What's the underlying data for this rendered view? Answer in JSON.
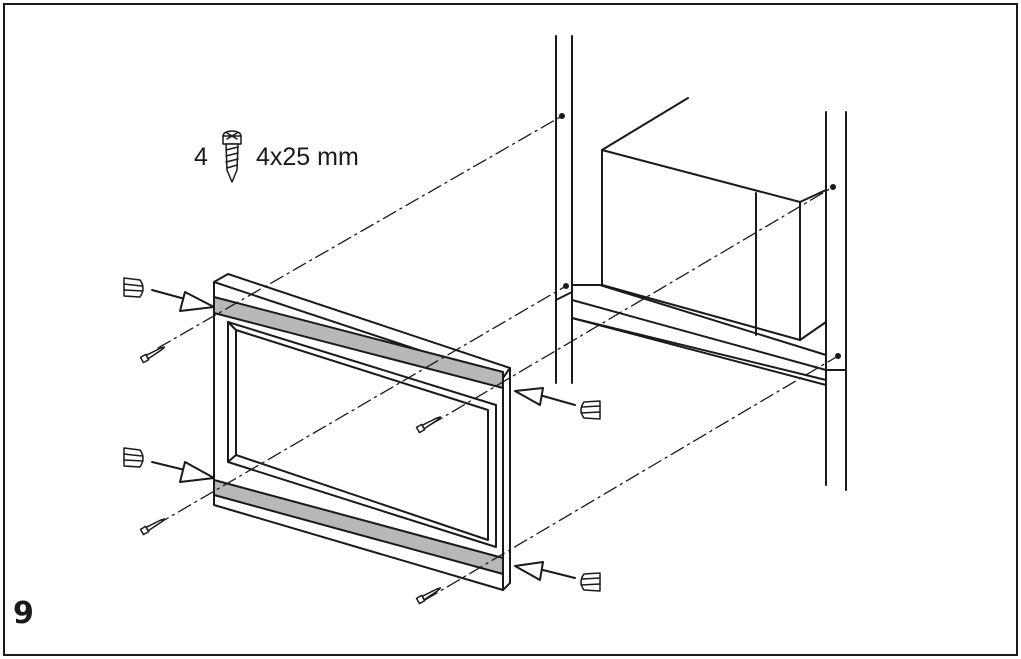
{
  "step_number": "9",
  "screw_spec": {
    "quantity": "4",
    "size": "4x25 mm",
    "icon": "screw-icon"
  },
  "colors": {
    "line": "#1a1a1a",
    "trim_strip": "#b8b8b8",
    "background": "#ffffff"
  }
}
